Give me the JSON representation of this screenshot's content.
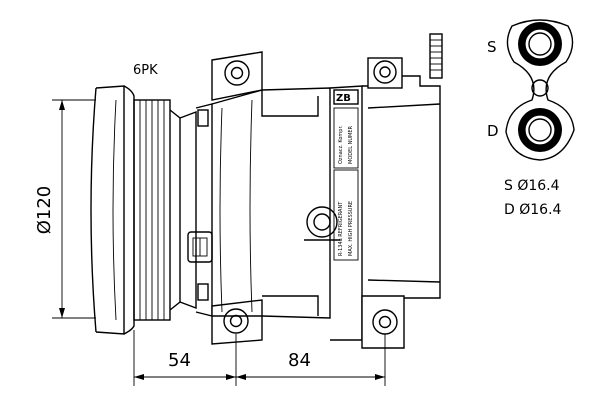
{
  "labels": {
    "belt": "6PK",
    "diameter": "Ø120",
    "dim_left": "54",
    "dim_right": "84",
    "port_s": "S",
    "port_d": "D",
    "spec_s": "S  Ø16.4",
    "spec_d": "D  Ø16.4",
    "zb": "ZB",
    "plate_1": "Oznacz. Kompr.",
    "plate_2": "MODEL  NUMER",
    "plate_3": "R-134a  REFRIGERANT",
    "plate_4": "MAX. HIGH PRESSURE"
  }
}
